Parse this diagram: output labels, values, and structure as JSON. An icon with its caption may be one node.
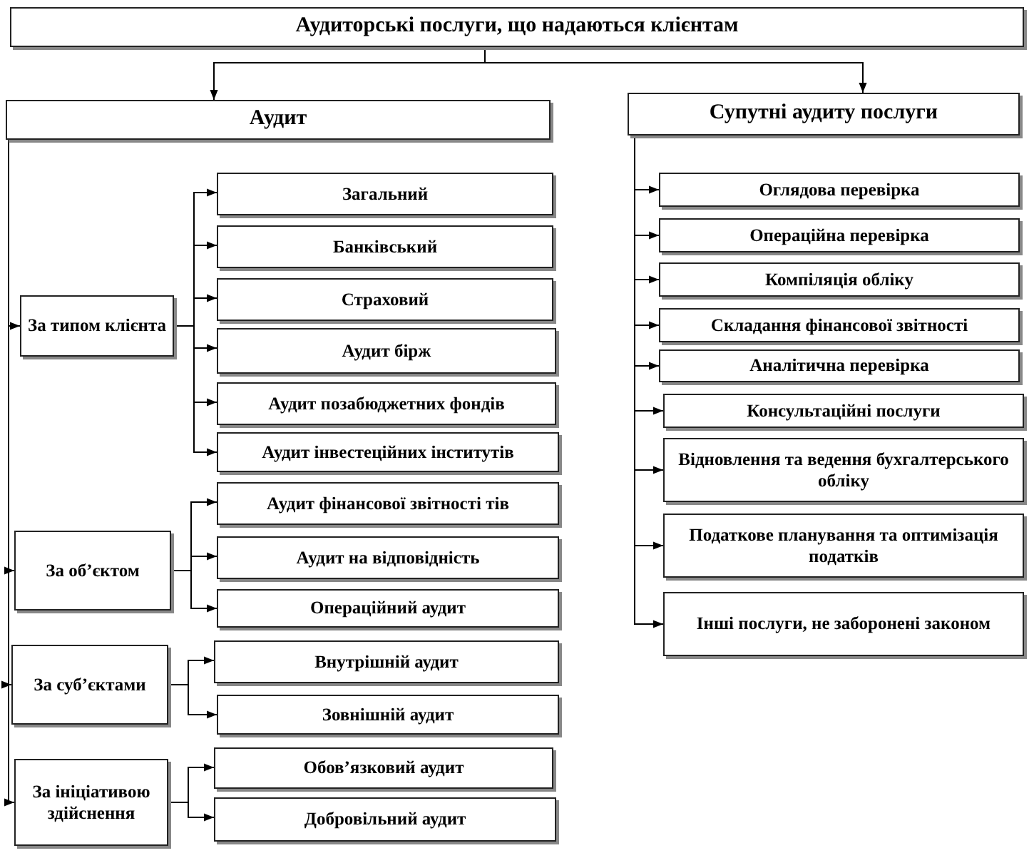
{
  "diagram": {
    "nodes": [
      {
        "text": [
          "Аудиторські послуги, що надаються клієнтам"
        ]
      },
      {
        "text": [
          "Аудит"
        ]
      },
      {
        "text": [
          "Супутні аудиту послуги"
        ]
      },
      {
        "text": [
          "За типом клієнта"
        ]
      },
      {
        "text": [
          "Загальний"
        ]
      },
      {
        "text": [
          "Банківський"
        ]
      },
      {
        "text": [
          "Страховий"
        ]
      },
      {
        "text": [
          "Аудит бірж"
        ]
      },
      {
        "text": [
          "Аудит позабюджетних фондів"
        ]
      },
      {
        "text": [
          "Аудит інвестеційних інститутів"
        ]
      },
      {
        "text": [
          "За об’єктом"
        ]
      },
      {
        "text": [
          "Аудит фінансової звітності тів"
        ]
      },
      {
        "text": [
          "Аудит на відповідність"
        ]
      },
      {
        "text": [
          "Операційний аудит"
        ]
      },
      {
        "text": [
          "За суб’єктами"
        ]
      },
      {
        "text": [
          "Внутрішній аудит"
        ]
      },
      {
        "text": [
          "Зовнішній аудит"
        ]
      },
      {
        "text": [
          "За ініціативою здійснення"
        ]
      },
      {
        "text": [
          "Обов’язковий аудит"
        ]
      },
      {
        "text": [
          "Добровільний аудит"
        ]
      },
      {
        "text": [
          "Оглядова перевірка"
        ]
      },
      {
        "text": [
          "Операційна перевірка"
        ]
      },
      {
        "text": [
          "Компіляція обліку"
        ]
      },
      {
        "text": [
          "Складання фінансової звітності"
        ]
      },
      {
        "text": [
          "Аналітична перевірка"
        ]
      },
      {
        "text": [
          "Консультаційні послуги"
        ]
      },
      {
        "text": [
          "Відновлення та ведення бухгалтерського обліку"
        ]
      },
      {
        "text": [
          "Податкове планування та оптимізація податків"
        ]
      },
      {
        "text": [
          "Інші послуги, не заборонені законом"
        ]
      }
    ],
    "edges": [
      {
        "from": 0,
        "to": 1,
        "arrow": "to"
      },
      {
        "from": 0,
        "to": 2,
        "arrow": "to"
      },
      {
        "from": 1,
        "to": 3,
        "arrow": "to"
      },
      {
        "from": 1,
        "to": 10,
        "arrow": "to"
      },
      {
        "from": 1,
        "to": 14,
        "arrow": "to"
      },
      {
        "from": 1,
        "to": 17,
        "arrow": "to"
      },
      {
        "from": 3,
        "to": 4,
        "arrow": "to"
      },
      {
        "from": 3,
        "to": 5,
        "arrow": "to"
      },
      {
        "from": 3,
        "to": 6,
        "arrow": "to"
      },
      {
        "from": 3,
        "to": 7,
        "arrow": "to"
      },
      {
        "from": 3,
        "to": 8,
        "arrow": "to"
      },
      {
        "from": 3,
        "to": 9,
        "arrow": "to"
      },
      {
        "from": 10,
        "to": 11,
        "arrow": "to"
      },
      {
        "from": 10,
        "to": 12,
        "arrow": "to"
      },
      {
        "from": 10,
        "to": 13,
        "arrow": "to"
      },
      {
        "from": 14,
        "to": 15,
        "arrow": "to"
      },
      {
        "from": 14,
        "to": 16,
        "arrow": "to"
      },
      {
        "from": 17,
        "to": 18,
        "arrow": "to"
      },
      {
        "from": 17,
        "to": 19,
        "arrow": "to"
      },
      {
        "from": 2,
        "to": 20,
        "arrow": "to"
      },
      {
        "from": 2,
        "to": 21,
        "arrow": "to"
      },
      {
        "from": 2,
        "to": 22,
        "arrow": "to"
      },
      {
        "from": 2,
        "to": 23,
        "arrow": "to"
      },
      {
        "from": 2,
        "to": 24,
        "arrow": "to"
      },
      {
        "from": 2,
        "to": 25,
        "arrow": "to"
      },
      {
        "from": 2,
        "to": 26,
        "arrow": "to"
      },
      {
        "from": 2,
        "to": 27,
        "arrow": "to"
      },
      {
        "from": 2,
        "to": 28,
        "arrow": "to"
      }
    ]
  }
}
